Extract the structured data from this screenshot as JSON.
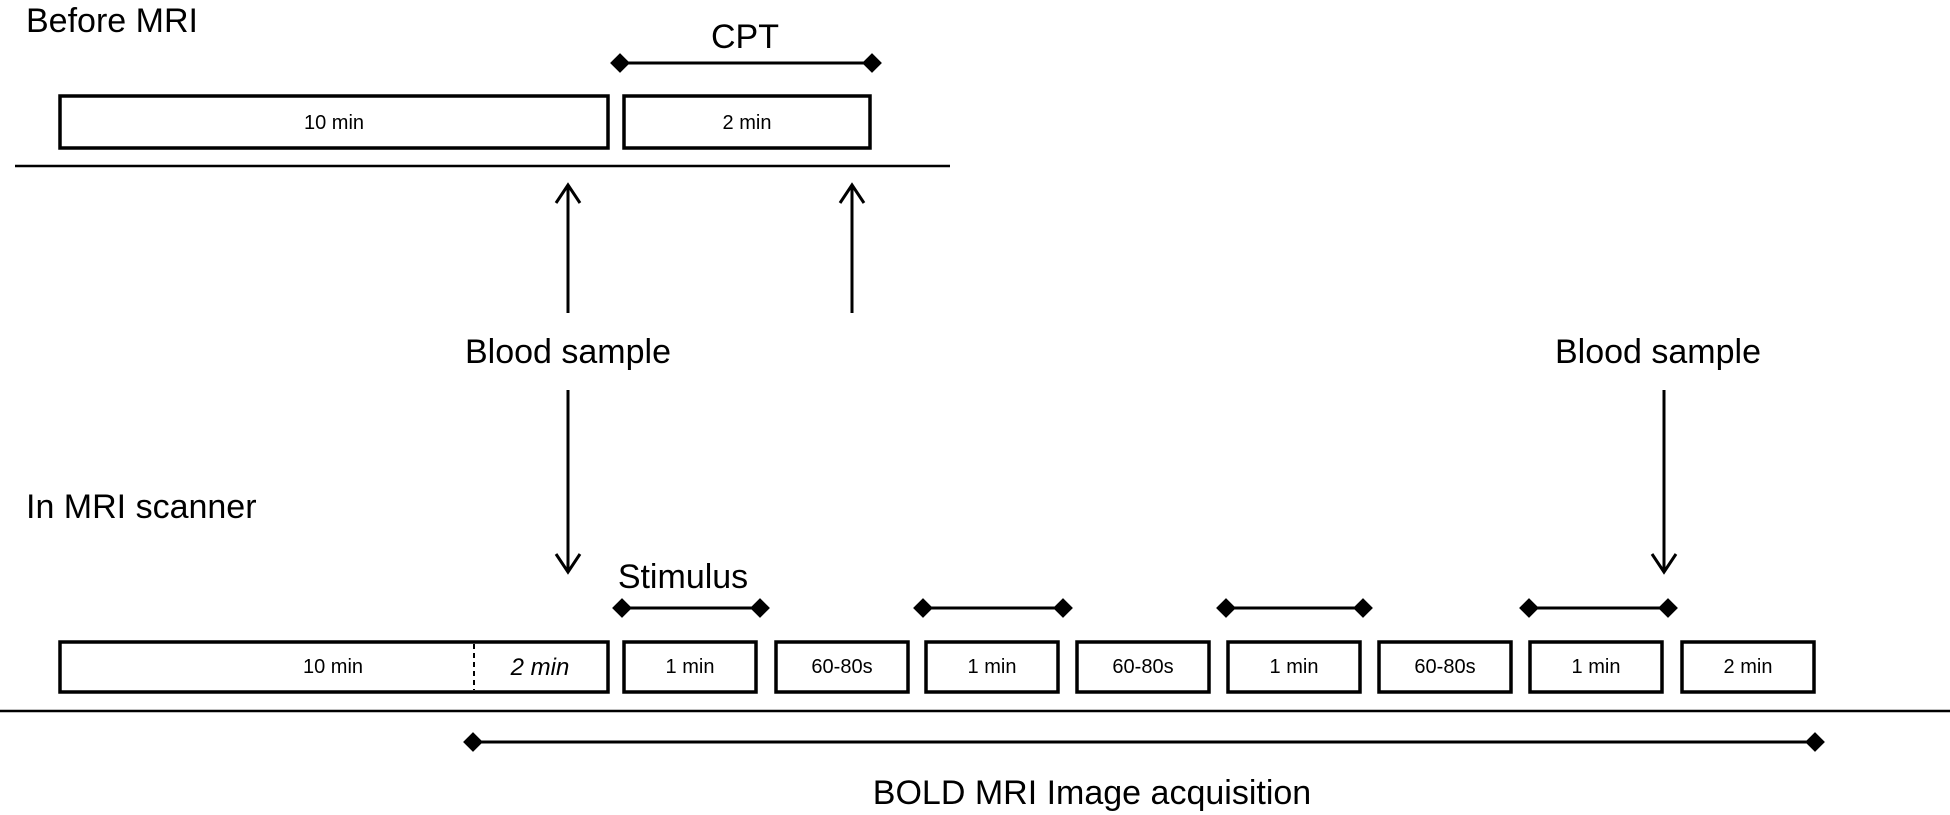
{
  "sections": {
    "before": "Before MRI",
    "scanner": "In MRI scanner"
  },
  "before_timeline": {
    "phase_label": "CPT",
    "boxes": [
      "10 min",
      "2 min"
    ]
  },
  "blood_sample_labels": [
    "Blood sample",
    "Blood sample"
  ],
  "scanner_timeline": {
    "stimulus_label": "Stimulus",
    "first_box": {
      "left_text": "10 min",
      "right_text": "2 min"
    },
    "boxes": [
      "1 min",
      "60-80s",
      "1 min",
      "60-80s",
      "1 min",
      "60-80s",
      "1 min",
      "2 min"
    ]
  },
  "acquisition_label": "BOLD MRI Image acquisition"
}
